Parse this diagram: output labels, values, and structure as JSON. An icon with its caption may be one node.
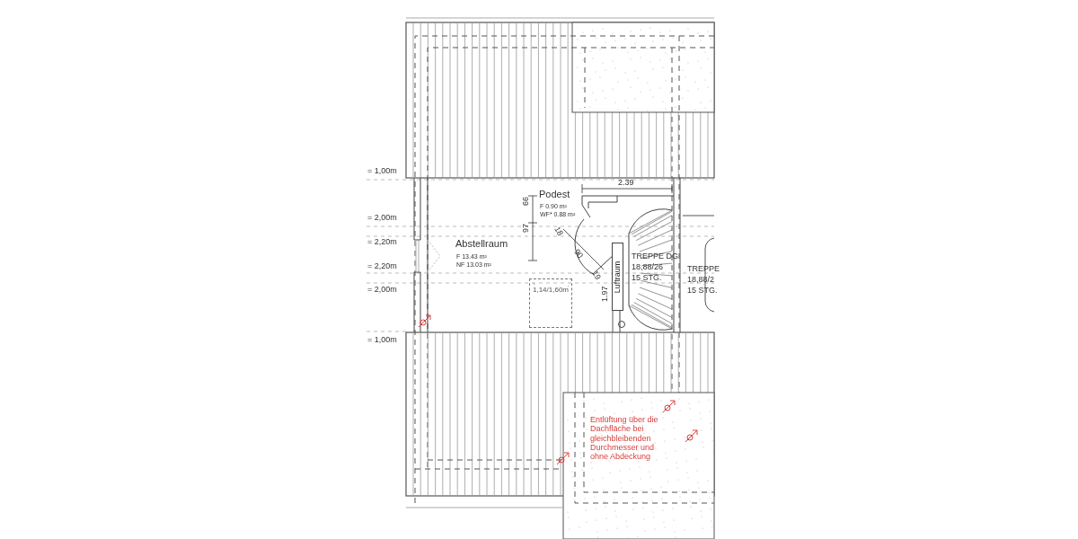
{
  "diagram": {
    "nodes": [
      {
        "text": [
          "1,14/1,60m"
        ]
      },
      {
        "text": [
          "Luftraum"
        ]
      }
    ],
    "edges": [],
    "labels": [
      "= 1,00m",
      "= 2,00m",
      "= 2,20m",
      "= 2,20m",
      "= 2,00m",
      "= 1,00m",
      "2.39",
      "Podest",
      "F 0.90 m²",
      "WF* 0.88 m²",
      "66",
      "97",
      "Abstellraum",
      "F 13.43 m²",
      "NF 13.03 m²",
      "18",
      "90",
      "19",
      "1.97",
      "TREPPE DG",
      "18,88/26",
      "15 STG.",
      "TREPPE",
      "18,88/2",
      "15 STG.",
      "Entlüftung über die Dachfläche bei gleichbleibenden Durchmesser und ohne Abdeckung"
    ]
  }
}
